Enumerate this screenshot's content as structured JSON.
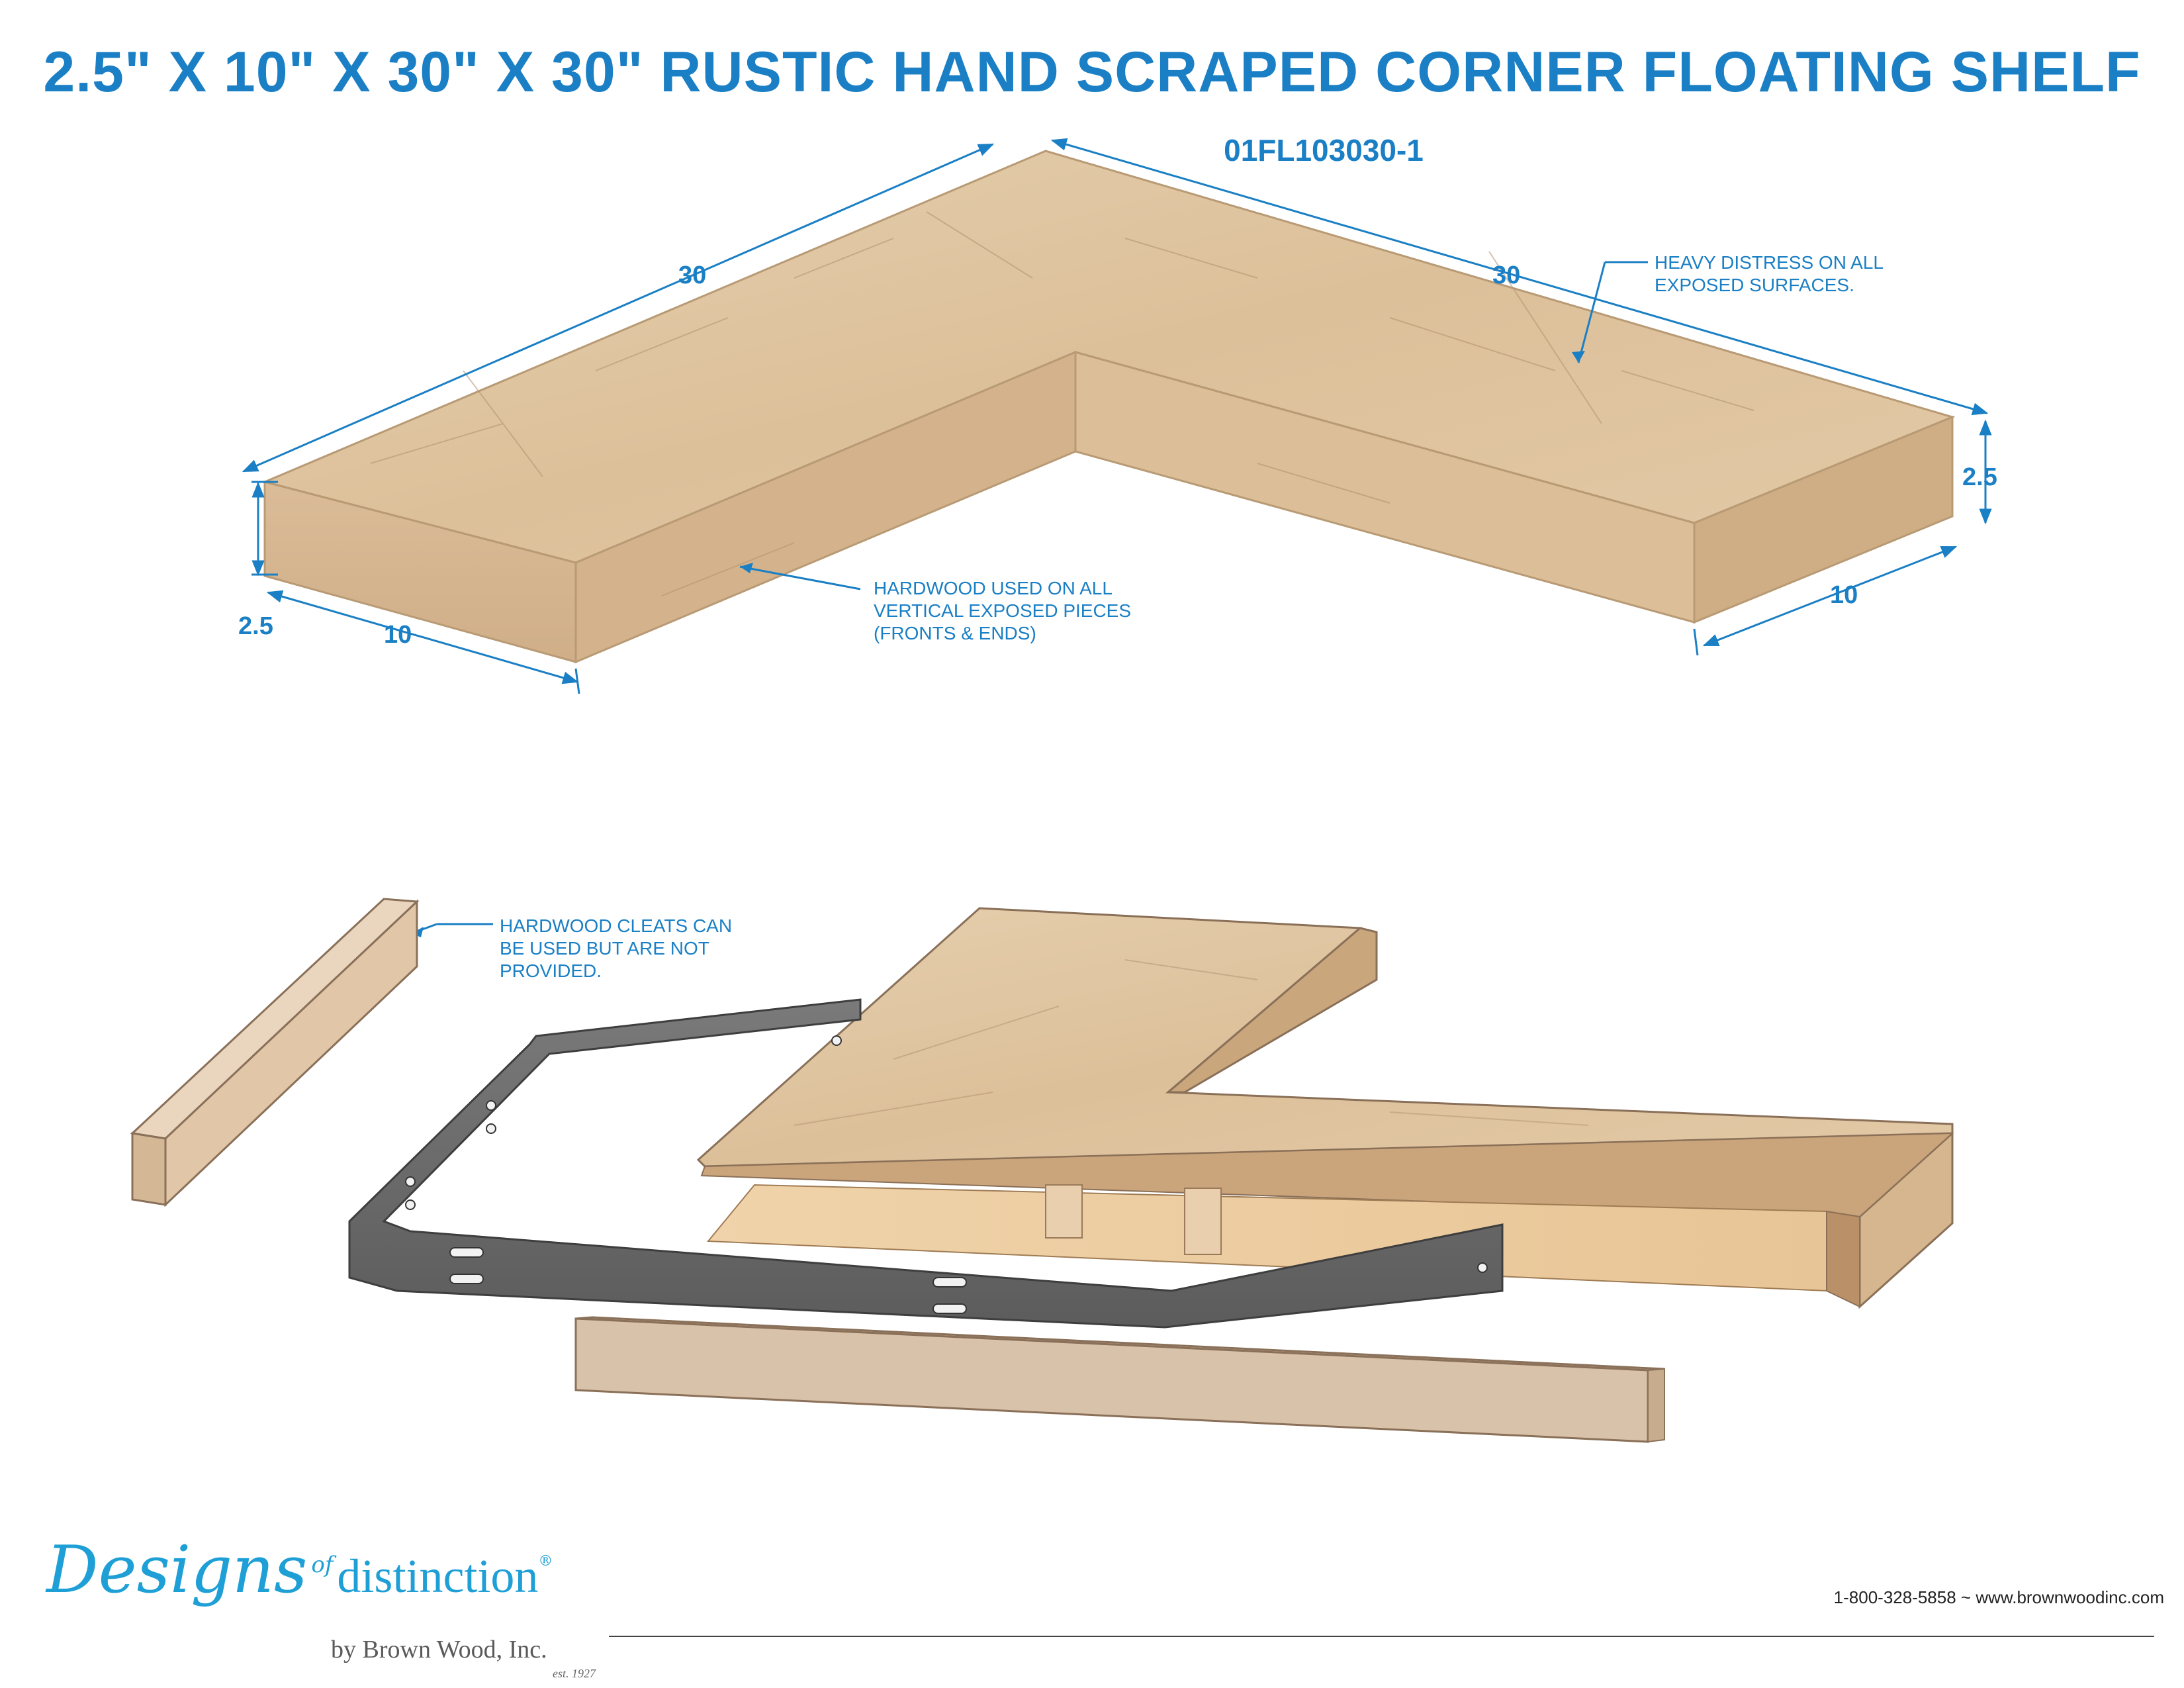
{
  "title": "2.5\" X 10\" X 30\" X 30\" RUSTIC HAND SCRAPED CORNER FLOATING SHELF",
  "part_number": "01FL103030-1",
  "dimensions": {
    "left_length": "30",
    "right_length": "30",
    "left_height": "2.5",
    "right_height": "2.5",
    "left_depth": "10",
    "right_depth": "10"
  },
  "notes": {
    "distress": "HEAVY DISTRESS ON ALL\nEXPOSED SURFACES.",
    "hardwood_vertical": "HARDWOOD USED ON ALL\nVERTICAL EXPOSED PIECES\n(FRONTS & ENDS)",
    "cleats": "HARDWOOD CLEATS CAN\nBE USED BUT ARE NOT\nPROVIDED."
  },
  "brand": {
    "part1": "Designs",
    "part2": "of",
    "part3": "distinction",
    "byline": "by Brown Wood, Inc.",
    "est": "est. 1927"
  },
  "contact": "1-800-328-5858 ~ www.brownwoodinc.com",
  "colors": {
    "accent": "#1a7fc4",
    "wood_top": "#e1c7a4",
    "wood_front": "#d8b894",
    "wood_dark": "#c7a47c",
    "bracket": "#6a6a6a"
  }
}
